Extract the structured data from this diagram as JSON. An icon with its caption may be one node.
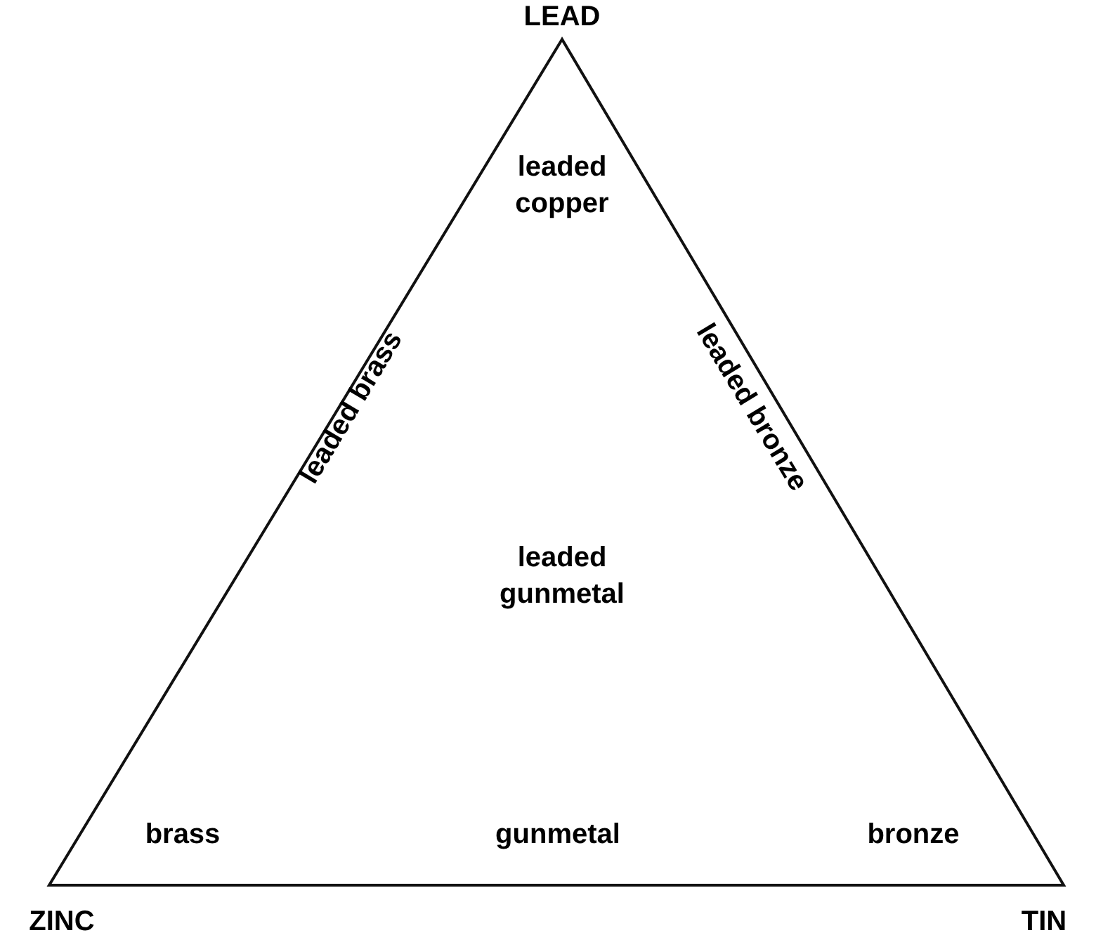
{
  "diagram": {
    "labels": [
      "LEAD",
      "leaded copper",
      "leaded brass",
      "leaded bronze",
      "leaded gunmetal",
      "brass",
      "gunmetal",
      "bronze",
      "ZINC",
      "TIN"
    ]
  }
}
